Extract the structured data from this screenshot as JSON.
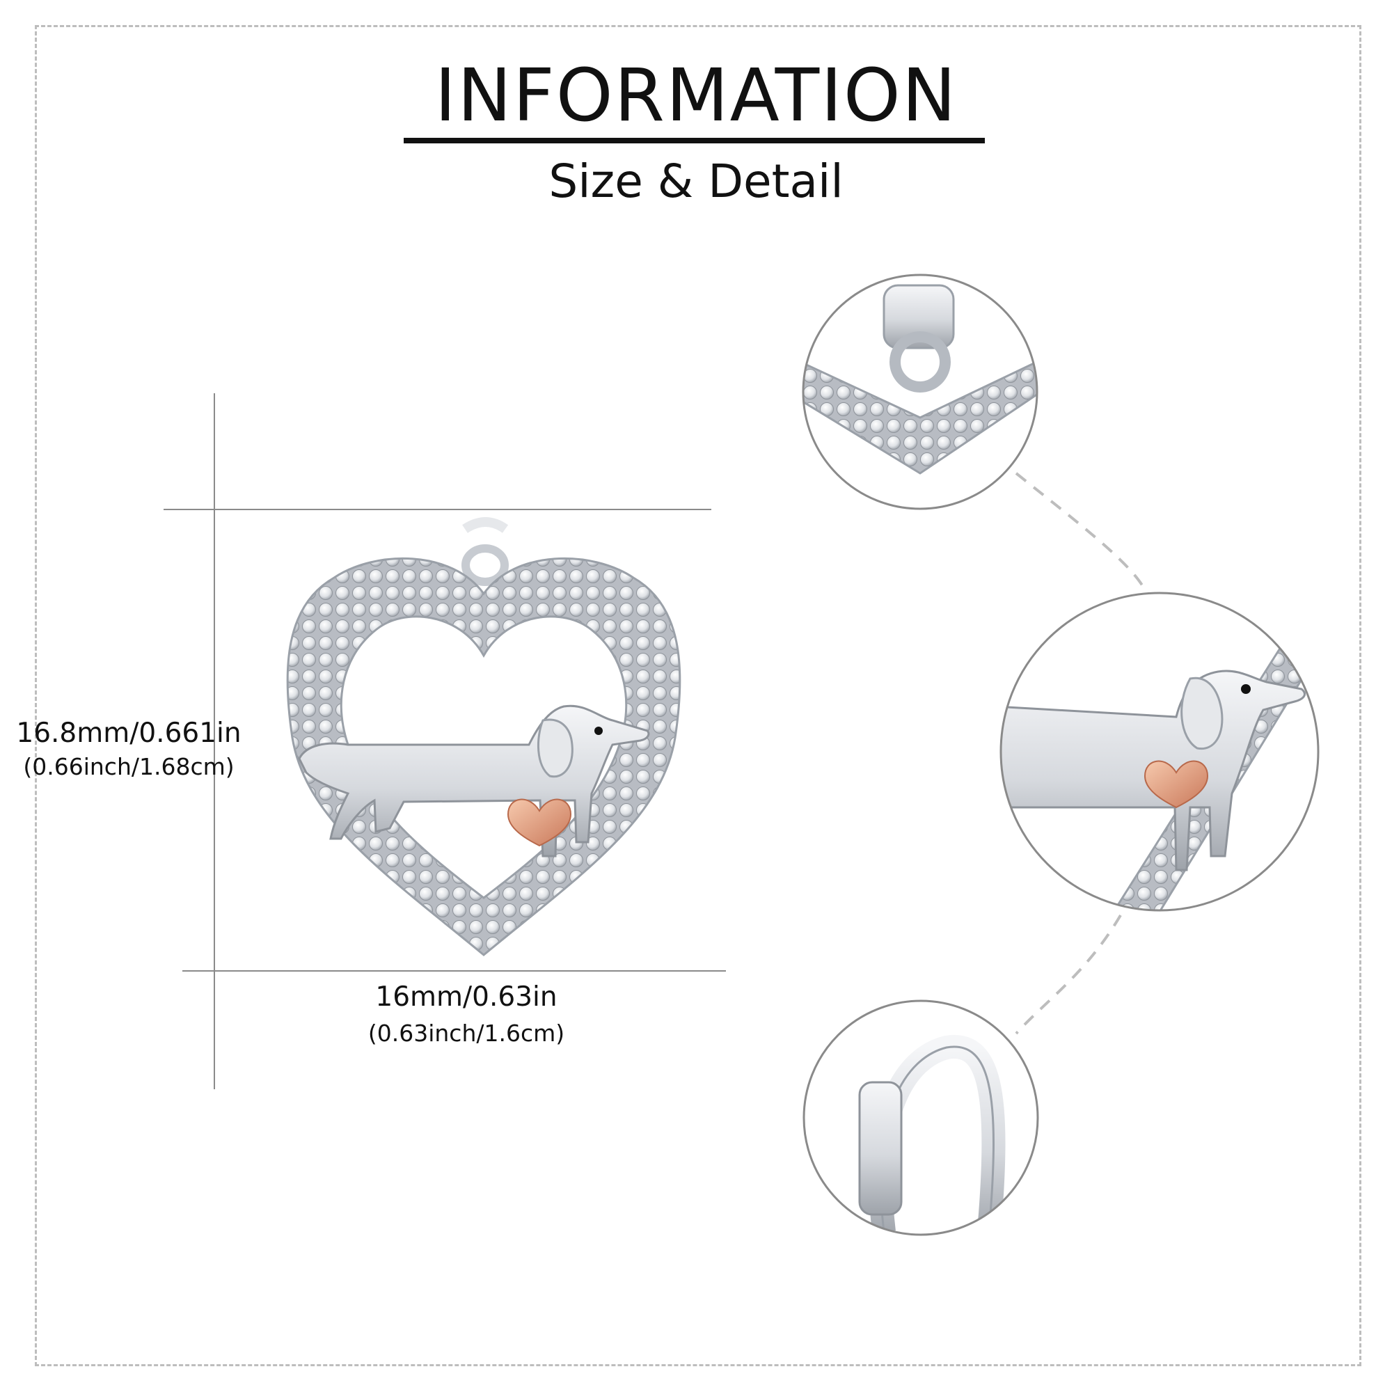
{
  "header": {
    "title": "INFORMATION",
    "subtitle": "Size & Detail"
  },
  "dimensions": {
    "height": {
      "primary": "16.8mm/0.661in",
      "secondary": "(0.66inch/1.68cm)"
    },
    "width": {
      "primary": "16mm/0.63in",
      "secondary": "(0.63inch/1.6cm)"
    }
  },
  "colors": {
    "silver": "#c9ccd2",
    "silver_dark": "#8e939a",
    "rose_gold": "#e3a07a",
    "line": "#8a8a8a",
    "dashed": "#bdbdbd"
  }
}
